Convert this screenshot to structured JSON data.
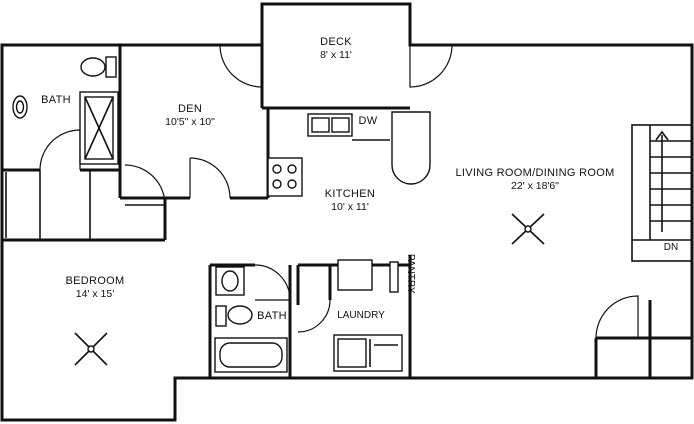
{
  "rooms": {
    "deck": {
      "name": "DECK",
      "dims": "8' x 11'"
    },
    "den": {
      "name": "DEN",
      "dims": "10'5\" x 10\""
    },
    "bath_upper": {
      "name": "BATH"
    },
    "kitchen": {
      "name": "KITCHEN",
      "dims": "10' x 11'"
    },
    "dw": {
      "name": "DW"
    },
    "living": {
      "name": "LIVING ROOM/DINING ROOM",
      "dims": "22' x 18'6\""
    },
    "bedroom": {
      "name": "BEDROOM",
      "dims": "14' x 15'"
    },
    "bath_lower": {
      "name": "BATH"
    },
    "laundry": {
      "name": "LAUNDRY"
    },
    "pantry": {
      "name": "PANTRY"
    },
    "stairs": {
      "name": "DN"
    }
  }
}
